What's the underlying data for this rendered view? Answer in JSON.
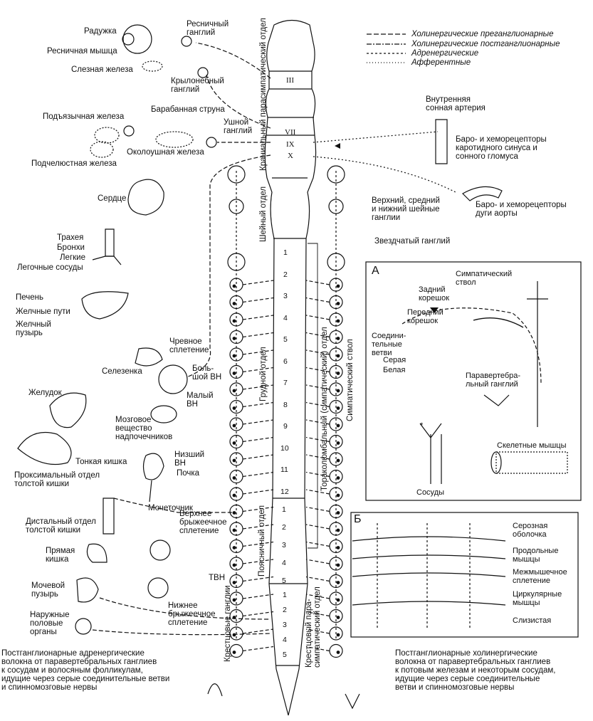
{
  "legend": [
    {
      "label": "Холинергические преганглионарные",
      "style": "long-dash"
    },
    {
      "label": "Холинергические постганглионарные",
      "style": "dash-dot"
    },
    {
      "label": "Адренергические",
      "style": "short-dash"
    },
    {
      "label": "Афферентные",
      "style": "thin-dash"
    }
  ],
  "left_organs": {
    "iris": "Радужка",
    "ciliary_muscle": "Ресничная мышца",
    "lacrimal_gland": "Слезная железа",
    "sublingual_gland": "Подъязычная железа",
    "submandibular_gland": "Подчелюстная железа",
    "heart": "Сердце",
    "trachea": "Трахея",
    "bronchi": "Бронхи",
    "lungs": "Легкие",
    "pulmonary_vessels": "Легочные сосуды",
    "liver": "Печень",
    "bile_ducts": "Желчные пути",
    "gallbladder": "Желчный\nпузырь",
    "spleen": "Селезенка",
    "stomach": "Желудок",
    "adrenal_medulla": "Мозговое\nвещество\nнадпочечников",
    "small_intestine": "Тонкая кишка",
    "proximal_colon": "Проксимальный отдел\nтолстой кишки",
    "kidney": "Почка",
    "ureter": "Мочеточник",
    "distal_colon": "Дистальный отдел\nтолстой кишки",
    "rectum": "Прямая\nкишка",
    "bladder": "Мочевой\nпузырь",
    "genitals": "Наружные\nполовые\nорганы"
  },
  "ganglia": {
    "ciliary": "Ресничный\nганглий",
    "pterygopalatine": "Крылонебный\nганглий",
    "chorda_tympani": "Барабанная струна",
    "otic": "Ушной\nганглий",
    "parotid": "Околоушная железа",
    "celiac_plexus": "Чревное\nсплетение",
    "greater_sn": "Боль-\nшой ВН",
    "lesser_sn": "Малый\nВН",
    "least_sn": "Низший\nВН",
    "superior_mesenteric": "Верхнее\nбрыжеечное\nсплетение",
    "inferior_mesenteric": "Нижнее\nбрыжеечное\nсплетение",
    "tvn": "ТВН"
  },
  "right_labels": {
    "internal_carotid": "Внутренняя\nсонная артерия",
    "carotid_receptors": "Баро- и хеморецепторы\nкаротидного синуса и\nсонного гломуса",
    "aortic_receptors": "Баро- и хеморецепторы\nдуги аорты",
    "cervical_ganglia": "Верхний, средний\nи нижний шейные\nганглии",
    "stellate": "Звездчатый ганглий"
  },
  "spinal_labels": {
    "cranial": "Краниальный парасимпатический отдел",
    "cervical": "Шейный отдел",
    "thoracic": "Грудной отдел",
    "thoracolumbar": "Тораколюмбальный (симпатический) отдел",
    "lumbar": "Поясничный отдел",
    "sacral_para": "Крестцовый пара-\nсимпатический отдел",
    "sacral_ganglia": "Крестцовые ганглии",
    "sympathetic_trunk": "Симпатический ствол"
  },
  "cranial_nerves": [
    "III",
    "VII",
    "IX",
    "X"
  ],
  "thoracic_segments": [
    "1",
    "2",
    "3",
    "4",
    "5",
    "6",
    "7",
    "8",
    "9",
    "10",
    "11",
    "12"
  ],
  "lumbar_segments": [
    "1",
    "2",
    "3",
    "4",
    "5"
  ],
  "sacral_segments": [
    "1",
    "2",
    "3",
    "4",
    "5"
  ],
  "inset_a": {
    "title": "А",
    "sympathetic_trunk": "Симпатический\nствол",
    "dorsal_root": "Задний\nкорешок",
    "ventral_root": "Передний\nкорешок",
    "rami": "Соедини-\nтельные\nветви",
    "grey": "Серая",
    "white": "Белая",
    "paravertebral": "Паравертебра-\nльный ганглий",
    "star": "*",
    "skeletal_muscle": "Скелетные мышцы",
    "vessels": "Сосуды"
  },
  "inset_b": {
    "title": "Б",
    "layers": [
      "Серозная\nоболочка",
      "Продольные\nмышцы",
      "Межмышечное\nсплетение",
      "Циркулярные\nмышцы",
      "Слизистая"
    ]
  },
  "bottom_notes": {
    "left": "Постганглионарные адренергические\nволокна от паравертебральных ганглиев\nк сосудам и волосяным фолликулам,\nидущие через серые соединительные ветви\nи спинномозговые нервы",
    "right": "Постганглионарные холинергические\nволокна от паравертебральных ганглиев\nк потовым железам и некоторым сосудам,\nидущие через серые соединительные\nветви и спинномозговые нервы"
  },
  "colors": {
    "ink": "#111111",
    "background": "#ffffff"
  }
}
